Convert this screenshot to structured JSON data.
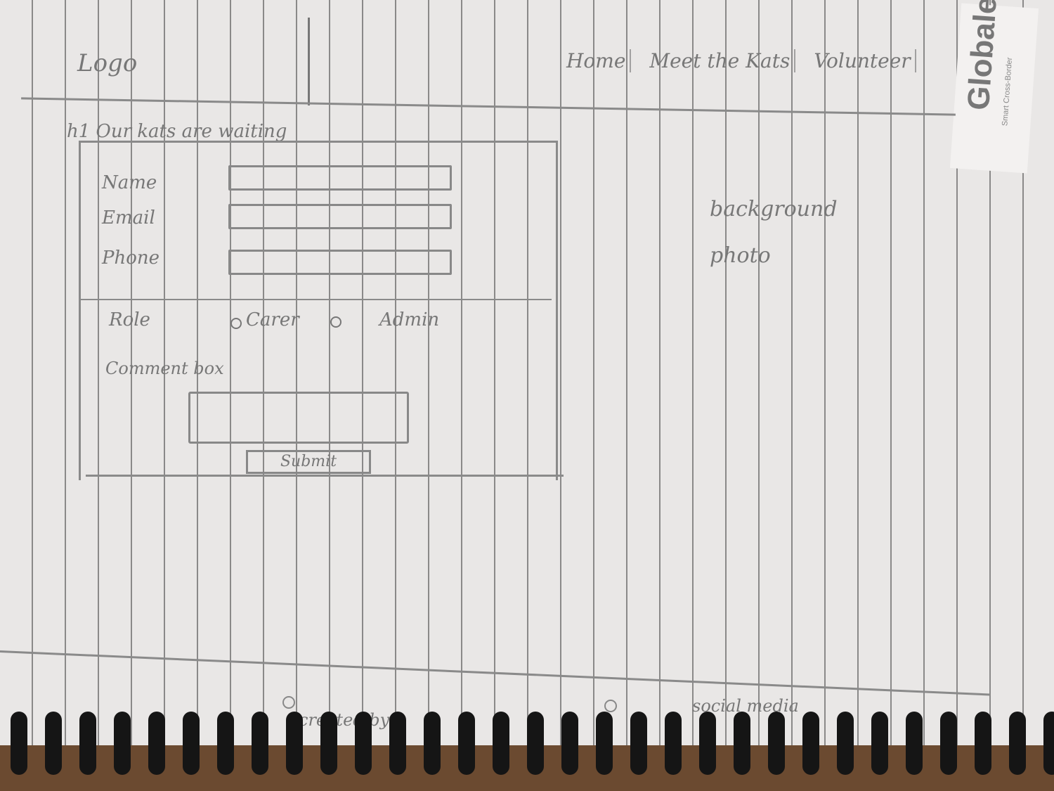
{
  "header": {
    "logo": "Logo",
    "nav": [
      "Home",
      "Meet the Kats",
      "Volunteer"
    ]
  },
  "brand": {
    "name": "Globale",
    "tagline": "Smart Cross-Border"
  },
  "hero": {
    "heading": "h1 Our kats are waiting"
  },
  "form": {
    "name_label": "Name",
    "email_label": "Email",
    "phone_label": "Phone",
    "role_label": "Role",
    "role_options": [
      "Carer",
      "Admin"
    ],
    "comment_label": "Comment box",
    "submit_label": "Submit"
  },
  "aside": {
    "background_note": "background photo"
  },
  "footer": {
    "created_by": "created by",
    "social_media": "social media"
  },
  "colors": {
    "paper": "#e9e7e6",
    "pencil": "#777777",
    "table": "#6b4a30"
  }
}
